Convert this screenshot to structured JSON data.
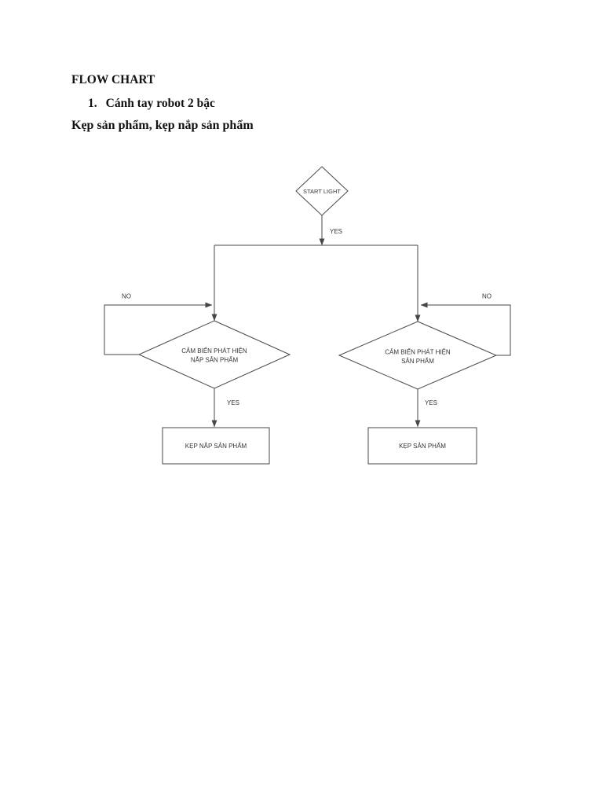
{
  "document": {
    "title": "FLOW CHART",
    "list_item": {
      "number": "1.",
      "text": "Cánh tay robot 2 bậc"
    },
    "subtitle": "Kẹp sản phẩm, kẹp nắp sản phẩm"
  },
  "flowchart": {
    "start_node": {
      "label": "START LIGHT"
    },
    "decision_left": {
      "line1": "CẢM BIẾN PHÁT HIỆN",
      "line2": "NẮP SẢN PHẨM"
    },
    "decision_right": {
      "line1": "CẢM BIẾN PHÁT HIỆN",
      "line2": "SẢN PHẨM"
    },
    "process_left": {
      "label": "KẸP NẮP SẢN PHẨM"
    },
    "process_right": {
      "label": "KẸP SẢN PHẨM"
    },
    "edge_labels": {
      "start_yes": "YES",
      "left_no": "NO",
      "right_no": "NO",
      "left_yes": "YES",
      "right_yes": "YES"
    }
  },
  "theme": {
    "page_bg": "#ffffff",
    "flow_stroke": "#474747",
    "flow_text": "#343434",
    "heading_color": "#111111"
  }
}
